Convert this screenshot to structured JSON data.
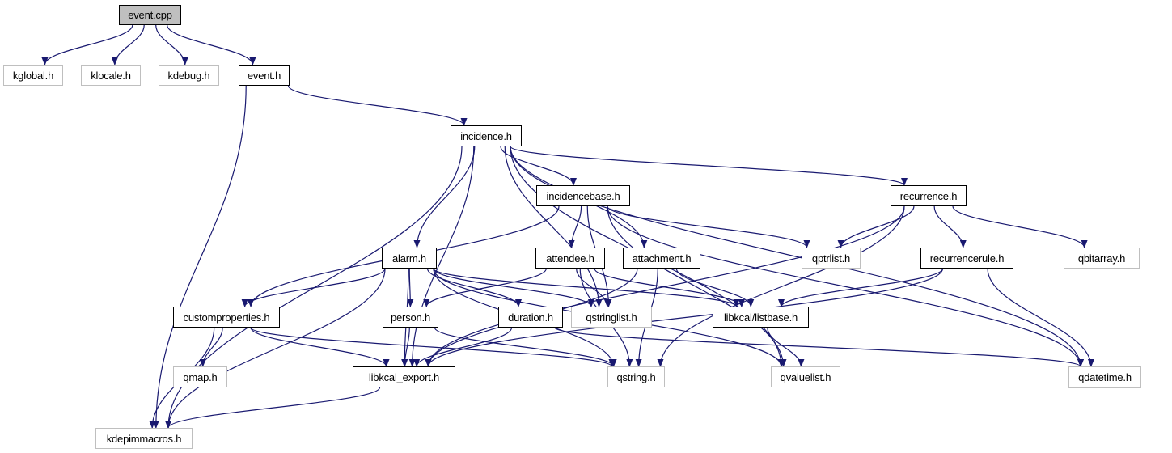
{
  "colors": {
    "edge": "#191970",
    "root_fill": "#bfbfbf",
    "external_border": "#bfbfbf",
    "documented_border": "#000000"
  },
  "nodes": [
    {
      "id": "event_cpp",
      "label": "event.cpp",
      "kind": "root"
    },
    {
      "id": "kglobal",
      "label": "kglobal.h",
      "kind": "ext"
    },
    {
      "id": "klocale",
      "label": "klocale.h",
      "kind": "ext"
    },
    {
      "id": "kdebug",
      "label": "kdebug.h",
      "kind": "ext"
    },
    {
      "id": "event_h",
      "label": "event.h",
      "kind": "doc"
    },
    {
      "id": "incidence",
      "label": "incidence.h",
      "kind": "doc"
    },
    {
      "id": "incidencebase",
      "label": "incidencebase.h",
      "kind": "doc"
    },
    {
      "id": "recurrence",
      "label": "recurrence.h",
      "kind": "doc"
    },
    {
      "id": "alarm",
      "label": "alarm.h",
      "kind": "doc"
    },
    {
      "id": "attendee",
      "label": "attendee.h",
      "kind": "doc"
    },
    {
      "id": "attachment",
      "label": "attachment.h",
      "kind": "doc"
    },
    {
      "id": "qptrlist",
      "label": "qptrlist.h",
      "kind": "ext"
    },
    {
      "id": "recurrencerule",
      "label": "recurrencerule.h",
      "kind": "doc"
    },
    {
      "id": "qbitarray",
      "label": "qbitarray.h",
      "kind": "ext"
    },
    {
      "id": "customproperties",
      "label": "customproperties.h",
      "kind": "doc"
    },
    {
      "id": "person",
      "label": "person.h",
      "kind": "doc"
    },
    {
      "id": "duration",
      "label": "duration.h",
      "kind": "doc"
    },
    {
      "id": "qstringlist",
      "label": "qstringlist.h",
      "kind": "ext"
    },
    {
      "id": "listbase",
      "label": "libkcal/listbase.h",
      "kind": "doc"
    },
    {
      "id": "qmap",
      "label": "qmap.h",
      "kind": "ext"
    },
    {
      "id": "libkcal_export",
      "label": "libkcal_export.h",
      "kind": "doc"
    },
    {
      "id": "qstring",
      "label": "qstring.h",
      "kind": "ext"
    },
    {
      "id": "qvaluelist",
      "label": "qvaluelist.h",
      "kind": "ext"
    },
    {
      "id": "qdatetime",
      "label": "qdatetime.h",
      "kind": "ext"
    },
    {
      "id": "kdepimmacros",
      "label": "kdepimmacros.h",
      "kind": "ext"
    }
  ],
  "edges": [
    [
      "event_cpp",
      "kglobal"
    ],
    [
      "event_cpp",
      "klocale"
    ],
    [
      "event_cpp",
      "kdebug"
    ],
    [
      "event_cpp",
      "event_h"
    ],
    [
      "event_h",
      "incidence"
    ],
    [
      "event_h",
      "kdepimmacros"
    ],
    [
      "incidence",
      "incidencebase"
    ],
    [
      "incidence",
      "recurrence"
    ],
    [
      "incidence",
      "alarm"
    ],
    [
      "incidence",
      "attachment"
    ],
    [
      "incidence",
      "qstringlist"
    ],
    [
      "incidence",
      "kdepimmacros"
    ],
    [
      "incidence",
      "libkcal_export"
    ],
    [
      "incidence",
      "qdatetime"
    ],
    [
      "incidence",
      "qvaluelist"
    ],
    [
      "incidencebase",
      "attendee"
    ],
    [
      "incidencebase",
      "customproperties"
    ],
    [
      "incidencebase",
      "qptrlist"
    ],
    [
      "incidencebase",
      "qstringlist"
    ],
    [
      "incidencebase",
      "qdatetime"
    ],
    [
      "incidencebase",
      "qvaluelist"
    ],
    [
      "recurrence",
      "qptrlist"
    ],
    [
      "recurrence",
      "recurrencerule"
    ],
    [
      "recurrence",
      "qbitarray"
    ],
    [
      "recurrence",
      "libkcal_export"
    ],
    [
      "recurrence",
      "qstring"
    ],
    [
      "alarm",
      "customproperties"
    ],
    [
      "alarm",
      "person"
    ],
    [
      "alarm",
      "duration"
    ],
    [
      "alarm",
      "qstringlist"
    ],
    [
      "alarm",
      "listbase"
    ],
    [
      "alarm",
      "kdepimmacros"
    ],
    [
      "alarm",
      "libkcal_export"
    ],
    [
      "alarm",
      "qstring"
    ],
    [
      "alarm",
      "qvaluelist"
    ],
    [
      "attendee",
      "person"
    ],
    [
      "attendee",
      "qstringlist"
    ],
    [
      "attendee",
      "listbase"
    ],
    [
      "attendee",
      "qstring"
    ],
    [
      "attachment",
      "listbase"
    ],
    [
      "attachment",
      "libkcal_export"
    ],
    [
      "attachment",
      "qstring"
    ],
    [
      "recurrencerule",
      "listbase"
    ],
    [
      "recurrencerule",
      "libkcal_export"
    ],
    [
      "recurrencerule",
      "qdatetime"
    ],
    [
      "customproperties",
      "qmap"
    ],
    [
      "customproperties",
      "libkcal_export"
    ],
    [
      "customproperties",
      "kdepimmacros"
    ],
    [
      "customproperties",
      "qstring"
    ],
    [
      "person",
      "libkcal_export"
    ],
    [
      "person",
      "qstring"
    ],
    [
      "duration",
      "libkcal_export"
    ],
    [
      "duration",
      "qdatetime"
    ],
    [
      "listbase",
      "qvaluelist"
    ],
    [
      "libkcal_export",
      "kdepimmacros"
    ]
  ]
}
